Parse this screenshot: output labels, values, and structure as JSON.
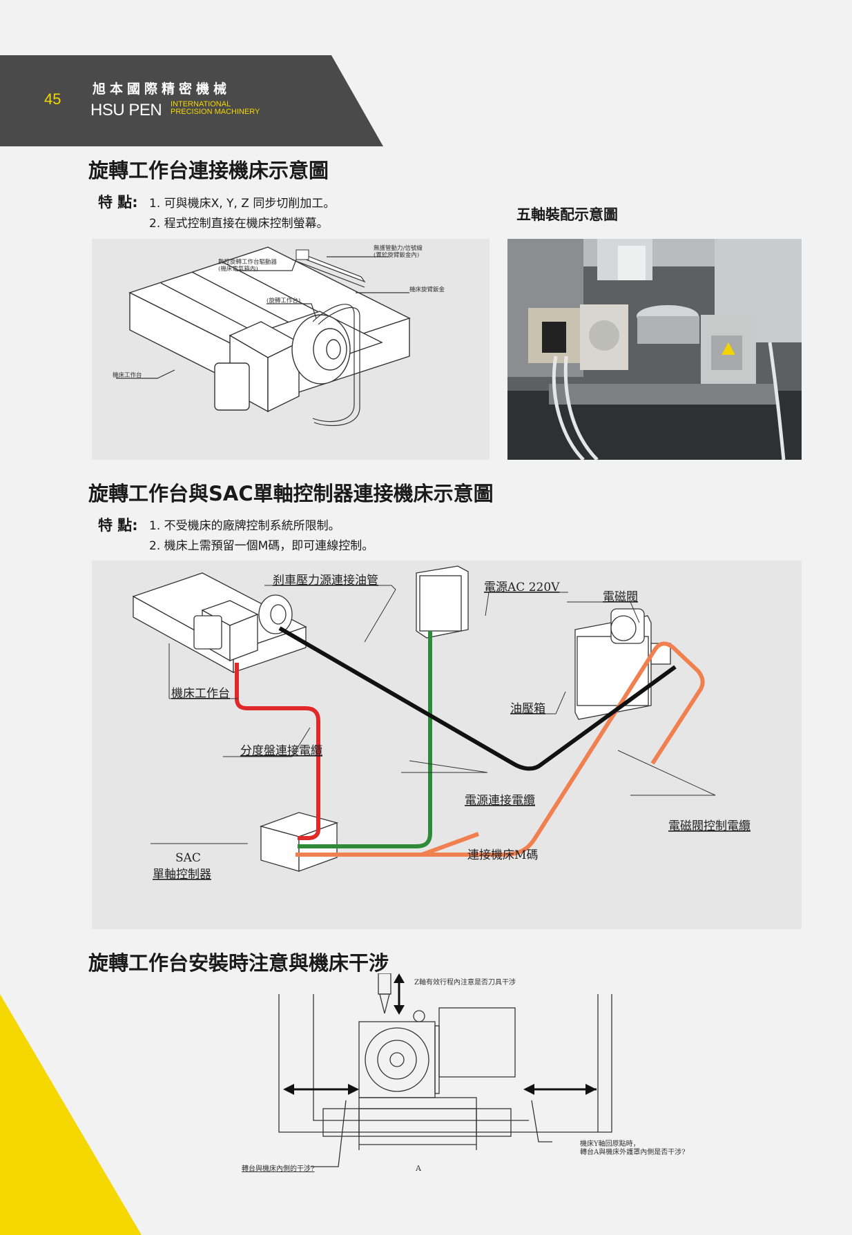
{
  "header": {
    "page_number": "45",
    "company_cn": "旭本國際精密機械",
    "company_en": "HSU PEN",
    "company_sub_line1": "INTERNATIONAL",
    "company_sub_line2": "PRECISION MACHINERY"
  },
  "section1": {
    "title": "旋轉工作台連接機床示意圖",
    "features_label": "特 點:",
    "features": [
      "1. 可與機床X, Y, Z 同步切削加工。",
      "2. 程式控制直接在機床控制螢幕。"
    ],
    "diagram_labels": {
      "driver_line1": "數控旋轉工作台驅動器",
      "driver_line2": "(機床電氣箱內)",
      "cable_line1": "無護管動力/信號線",
      "cable_line2": "(置於旋臂鈑金內)",
      "arm": "機床旋臂鈑金",
      "rotary_table": "(旋轉工作台)",
      "machine_table": "機床工作台"
    }
  },
  "section_five_axis": {
    "title": "五軸裝配示意圖"
  },
  "section2": {
    "title": "旋轉工作台與SAC單軸控制器連接機床示意圖",
    "features_label": "特 點:",
    "features": [
      "1. 不受機床的廠牌控制系統所限制。",
      "2. 機床上需預留一個M碼，即可連線控制。"
    ],
    "diagram_labels": {
      "brake_hose": "刹車壓力源連接油管",
      "power": "電源AC  220V",
      "solenoid": "電磁閥",
      "machine_table": "機床工作台",
      "oil_tank": "油壓箱",
      "indexer_cable": "分度盤連接電纜",
      "power_cable": "電源連接電纜",
      "solenoid_cable": "電磁閥控制電纜",
      "sac_line1": "SAC",
      "sac_line2": "單軸控制器",
      "m_code": "連接機床M碼"
    }
  },
  "section3": {
    "title": "旋轉工作台安裝時注意與機床干涉",
    "diagram_labels": {
      "z_axis": "Z軸有效行程內注意是否刀具干涉",
      "inner_side": "轉台與機床內側的干涉?",
      "y_line1": "機床Y軸回原點時，",
      "y_line2": "轉台A與機床外護罩內側是否干涉?",
      "dim_a": "A"
    }
  },
  "colors": {
    "band": "#4a4a4a",
    "accent_yellow": "#f5d800",
    "red_cable": "#e02a2a",
    "green_cable": "#2e8b3a",
    "orange_cable": "#f08050",
    "black_hose": "#111111"
  }
}
